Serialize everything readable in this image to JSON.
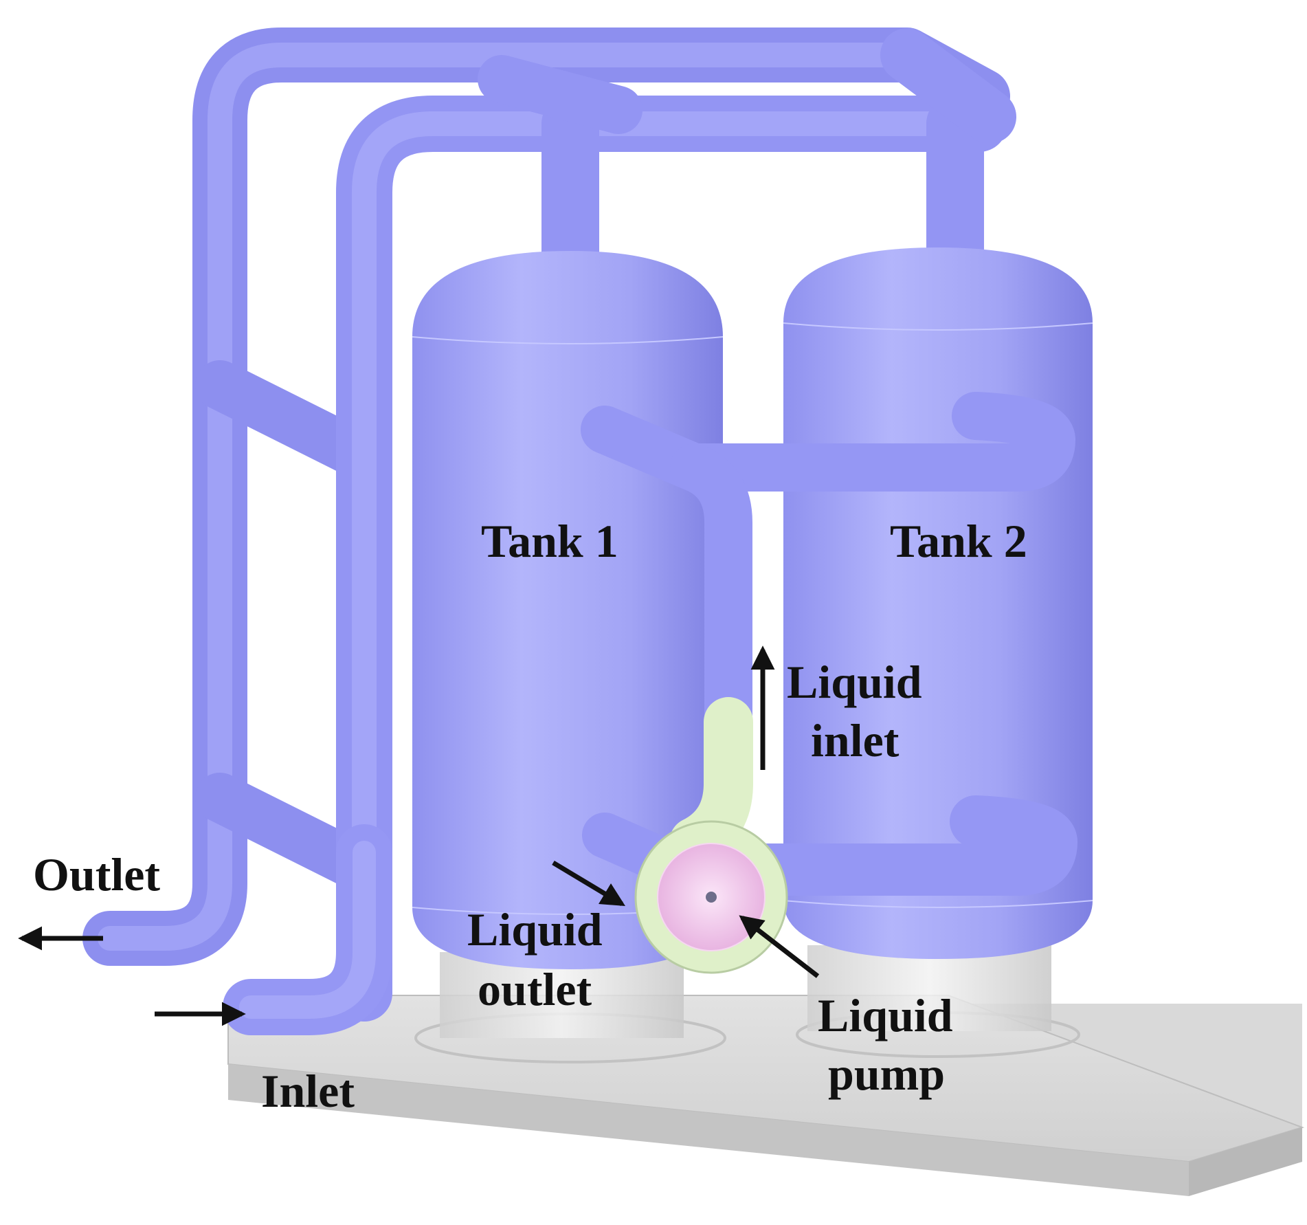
{
  "labels": {
    "tank1": "Tank 1",
    "tank2": "Tank 2",
    "outlet": "Outlet",
    "inlet": "Inlet",
    "liquid_inlet": [
      "Liquid",
      "inlet"
    ],
    "liquid_outlet": [
      "Liquid",
      "outlet"
    ],
    "liquid_pump": [
      "Liquid",
      "pump"
    ]
  },
  "colors": {
    "pipe": "#9a9cf6",
    "tank": "#a6a8f7",
    "volute": "#e3f3cf",
    "impeller": "#f2c8ec",
    "base": "#d6d6d6",
    "arrow": "#111111"
  },
  "icons": {
    "flow_arrow": "arrow-icon"
  }
}
